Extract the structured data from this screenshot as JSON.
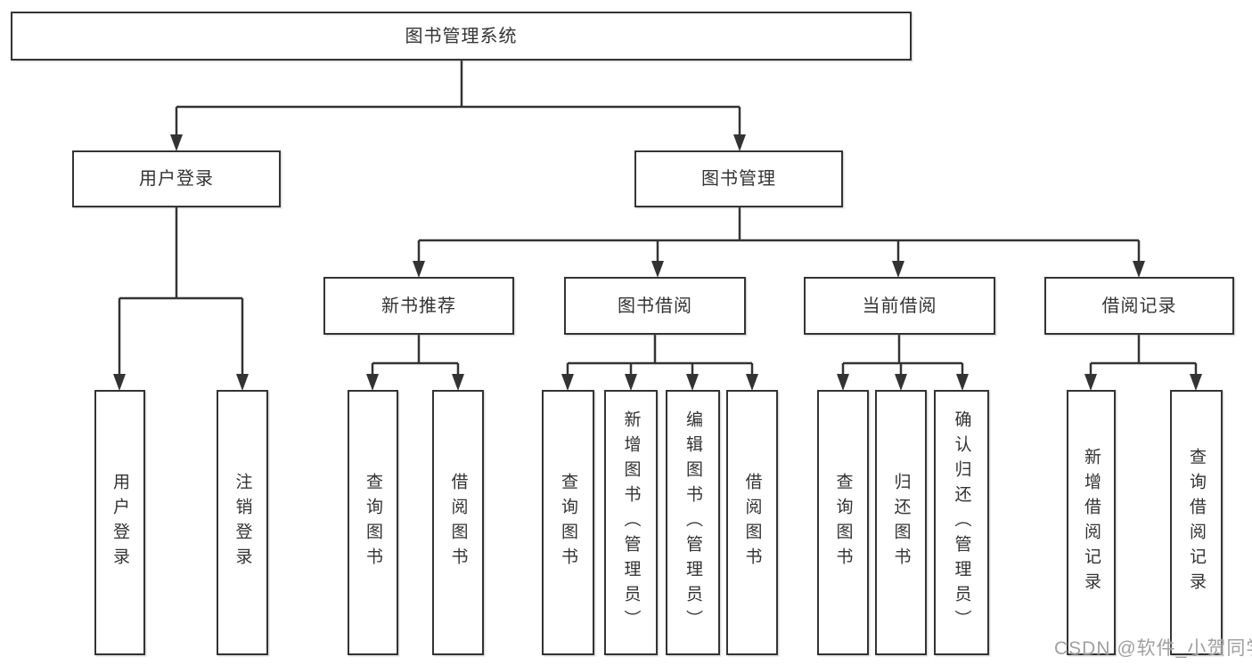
{
  "tree": {
    "label": "图书管理系统",
    "children": [
      {
        "label": "用户登录",
        "children": [
          {
            "label": "用户登录"
          },
          {
            "label": "注销登录"
          }
        ]
      },
      {
        "label": "图书管理",
        "children": [
          {
            "label": "新书推荐",
            "children": [
              {
                "label": "查询图书"
              },
              {
                "label": "借阅图书"
              }
            ]
          },
          {
            "label": "图书借阅",
            "children": [
              {
                "label": "查询图书"
              },
              {
                "label": "新增图书（管理员）"
              },
              {
                "label": "编辑图书（管理员）"
              },
              {
                "label": "借阅图书"
              }
            ]
          },
          {
            "label": "当前借阅",
            "children": [
              {
                "label": "查询图书"
              },
              {
                "label": "归还图书"
              },
              {
                "label": "确认归还（管理员）"
              }
            ]
          },
          {
            "label": "借阅记录",
            "children": [
              {
                "label": "新增借阅记录"
              },
              {
                "label": "查询借阅记录"
              }
            ]
          }
        ]
      }
    ]
  },
  "watermark": "CSDN @软件_小贺同学",
  "colors": {
    "line": "#333333",
    "border": "#333333",
    "text": "#333333",
    "watermark_text": "#a0a0a0",
    "background": "#ffffff"
  }
}
